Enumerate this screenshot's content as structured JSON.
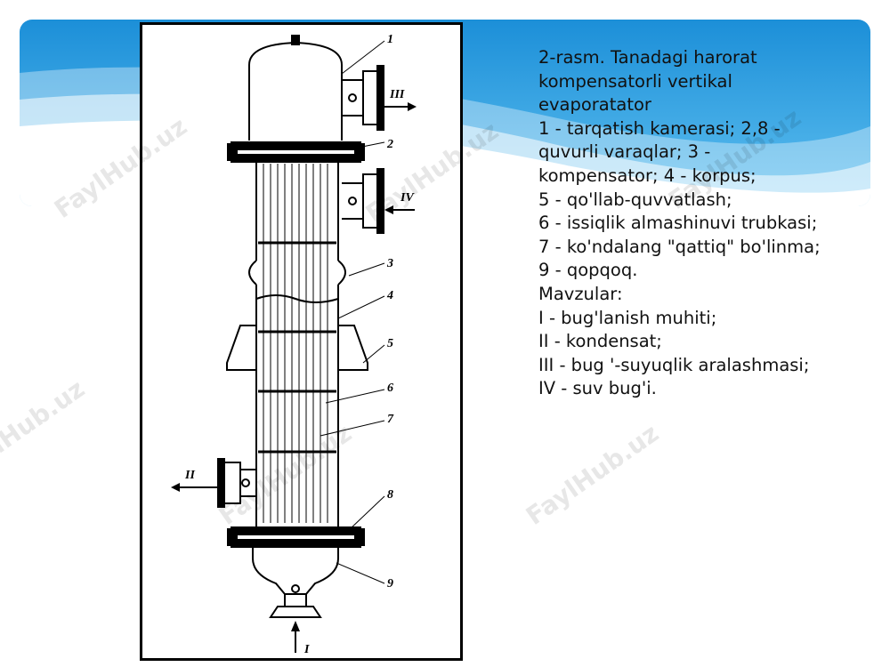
{
  "watermark": "FaylHub.uz",
  "diagram": {
    "part_labels": [
      "1",
      "2",
      "3",
      "4",
      "5",
      "6",
      "7",
      "8",
      "9"
    ],
    "stream_labels": {
      "iii": "III",
      "iv": "IV",
      "ii": "II",
      "i": "I"
    }
  },
  "caption": {
    "lines": [
      "2-rasm. Tanadagi harorat kompensatorli vertikal evaporatator",
      "1 - tarqatish kamerasi; 2,8 - quvurli varaqlar; 3 - kompensator; 4 - korpus;",
      "5 - qo'llab-quvvatlash;",
      "6 - issiqlik almashinuvi trubkasi;",
      "7 - ko'ndalang \"qattiq\" bo'linma;",
      "9 - qopqoq.",
      "Mavzular:",
      "I - bug'lanish muhiti;",
      "II - kondensat;",
      "III - bug '-suyuqlik aralashmasi;",
      "IV - suv bug'i."
    ]
  }
}
